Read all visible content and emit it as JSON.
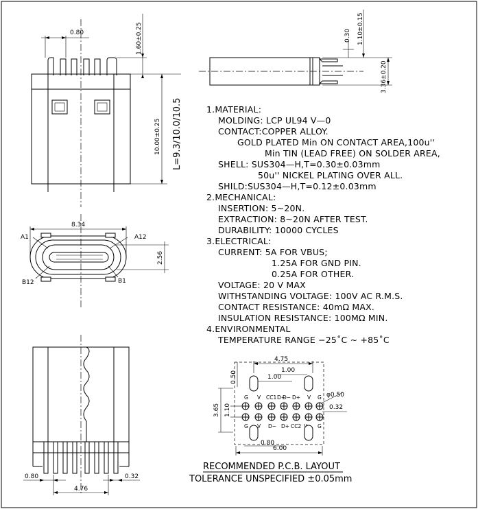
{
  "dims": {
    "top_pin_pitch": "0.80",
    "top_pin_length": "1.60±0.25",
    "body_height": "10.00±0.25",
    "overall_length": "L=9.3/10.0/10.5",
    "side_t": "0.30",
    "side_top": "1.10±0.15",
    "side_h": "3.36±0.20",
    "front_w": "8.34",
    "front_h": "2.56",
    "bottom_pitch": "0.80",
    "bottom_pin_w": "0.32",
    "bottom_span": "4.76"
  },
  "pins": {
    "a1": "A1",
    "a12": "A12",
    "b12": "B12",
    "b1": "B1"
  },
  "notes": [
    "1.MATERIAL:",
    "MOLDING:  LCP  UL94  V—0",
    "CONTACT:COPPER  ALLOY.",
    "GOLD  PLATED  Min  ON  CONTACT  AREA,100u''",
    "Min  TIN  (LEAD  FREE)  ON  SOLDER  AREA,",
    "SHELL:  SUS304—H,T=0.30±0.03mm",
    "50u''  NICKEL  PLATING  OVER  ALL.",
    "SHILD:SUS304—H,T=0.12±0.03mm",
    "2.MECHANICAL:",
    "INSERTION:  5~20N.",
    "EXTRACTION:  8~20N  AFTER  TEST.",
    "DURABILITY:  10000  CYCLES",
    "3.ELECTRICAL:",
    "CURRENT:  5A  FOR  VBUS;",
    "1.25A  FOR  GND  PIN.",
    "0.25A  FOR  OTHER.",
    "VOLTAGE:  20  V  MAX",
    "WITHSTANDING  VOLTAGE:  100V  AC  R.M.S.",
    "CONTACT  RESISTANCE:  40mΩ  MAX.",
    "INSULATION  RESISTANCE:  100MΩ  MIN.",
    "4.ENVIRONMENTAL",
    "TEMPERATURE  RANGE  −25˚C  ~  +85˚C"
  ],
  "pcb": {
    "d475": "4.75",
    "d050": "0.50",
    "d100a": "1.00",
    "d100b": "1.00",
    "dphi": "φ0.50",
    "d032": "0.32",
    "d365": "3.65",
    "d110": "1.10",
    "d080": "0.80",
    "d600": "6.00",
    "row1_labels": [
      "G",
      "V",
      "CC1",
      "D+",
      "D−",
      "D+",
      "V",
      "G"
    ],
    "row2_labels": [
      "G",
      "V",
      "D−",
      "D+",
      "CC2",
      "V",
      "G"
    ],
    "title": "RECOMMENDED    P.C.B.   LAYOUT",
    "tolerance": "TOLERANCE  UNSPECIFIED  ±0.05mm"
  }
}
